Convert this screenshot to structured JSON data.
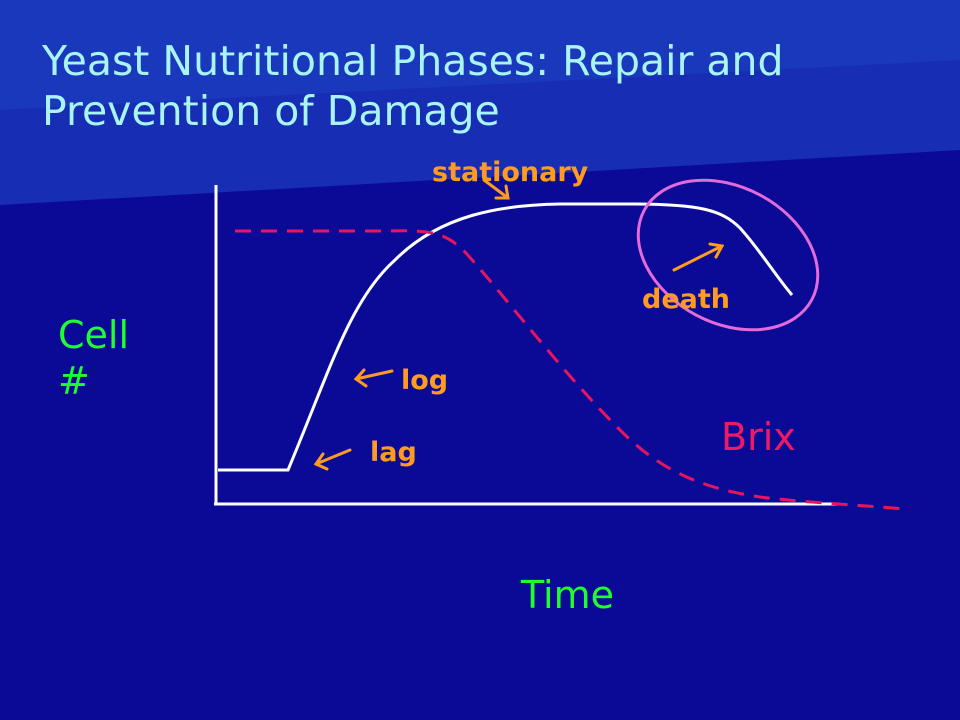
{
  "slide": {
    "title_line1": "Yeast Nutritional Phases: Repair and",
    "title_line2": "Prevention of Damage"
  },
  "diagram": {
    "labels": {
      "stationary": "stationary",
      "death": "death",
      "log": "log",
      "lag": "lag",
      "brix": "Brix",
      "y_axis_line1": "Cell",
      "y_axis_line2": "#",
      "x_axis": "Time"
    },
    "colors": {
      "background": "#0a0a96",
      "title": "#a9f4f4",
      "growth_curve": "#ffffff",
      "brix_curve": "#e8155e",
      "phase_label": "#ff9b21",
      "axis_label": "#1fff2d",
      "death_ellipse": "#e36ad8"
    }
  }
}
